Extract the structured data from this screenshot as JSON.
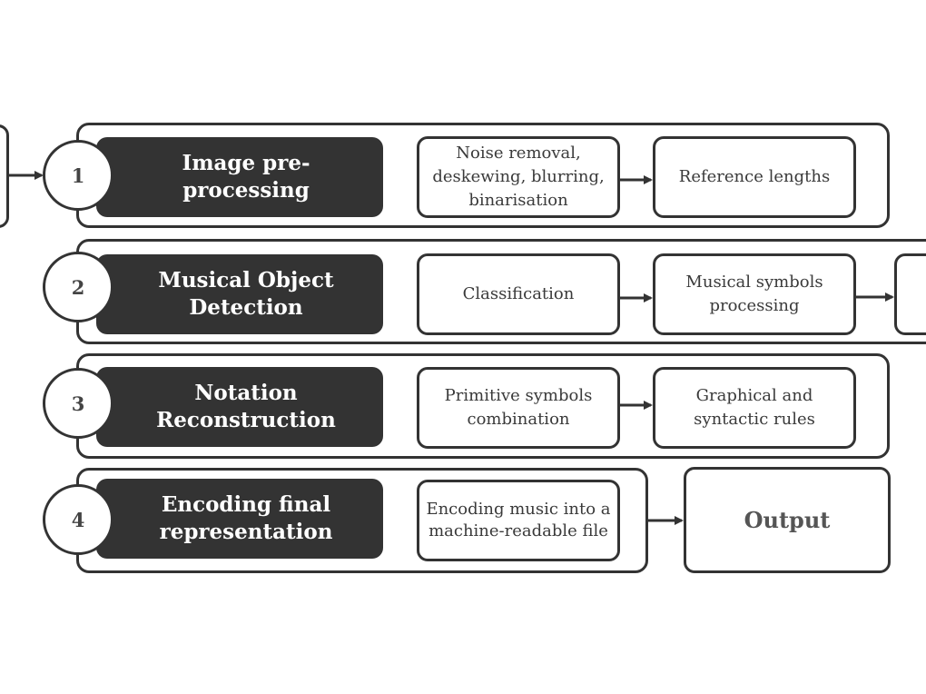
{
  "stages": [
    {
      "number": "1",
      "title": "Image pre-processing",
      "steps": [
        "Noise removal, deskewing, blurring, binarisation",
        "Reference lengths"
      ]
    },
    {
      "number": "2",
      "title": "Musical Object Detection",
      "steps": [
        "Classification",
        "Musical symbols processing",
        ""
      ]
    },
    {
      "number": "3",
      "title": "Notation Reconstruction",
      "steps": [
        "Primitive symbols combination",
        "Graphical and syntactic rules"
      ]
    },
    {
      "number": "4",
      "title": "Encoding final representation",
      "steps": [
        "Encoding music into a machine-readable file"
      ]
    }
  ],
  "output": {
    "label": "Output"
  },
  "colors": {
    "stage_fill": "#333333",
    "stroke": "#333333",
    "text": "#3a3a3a"
  }
}
